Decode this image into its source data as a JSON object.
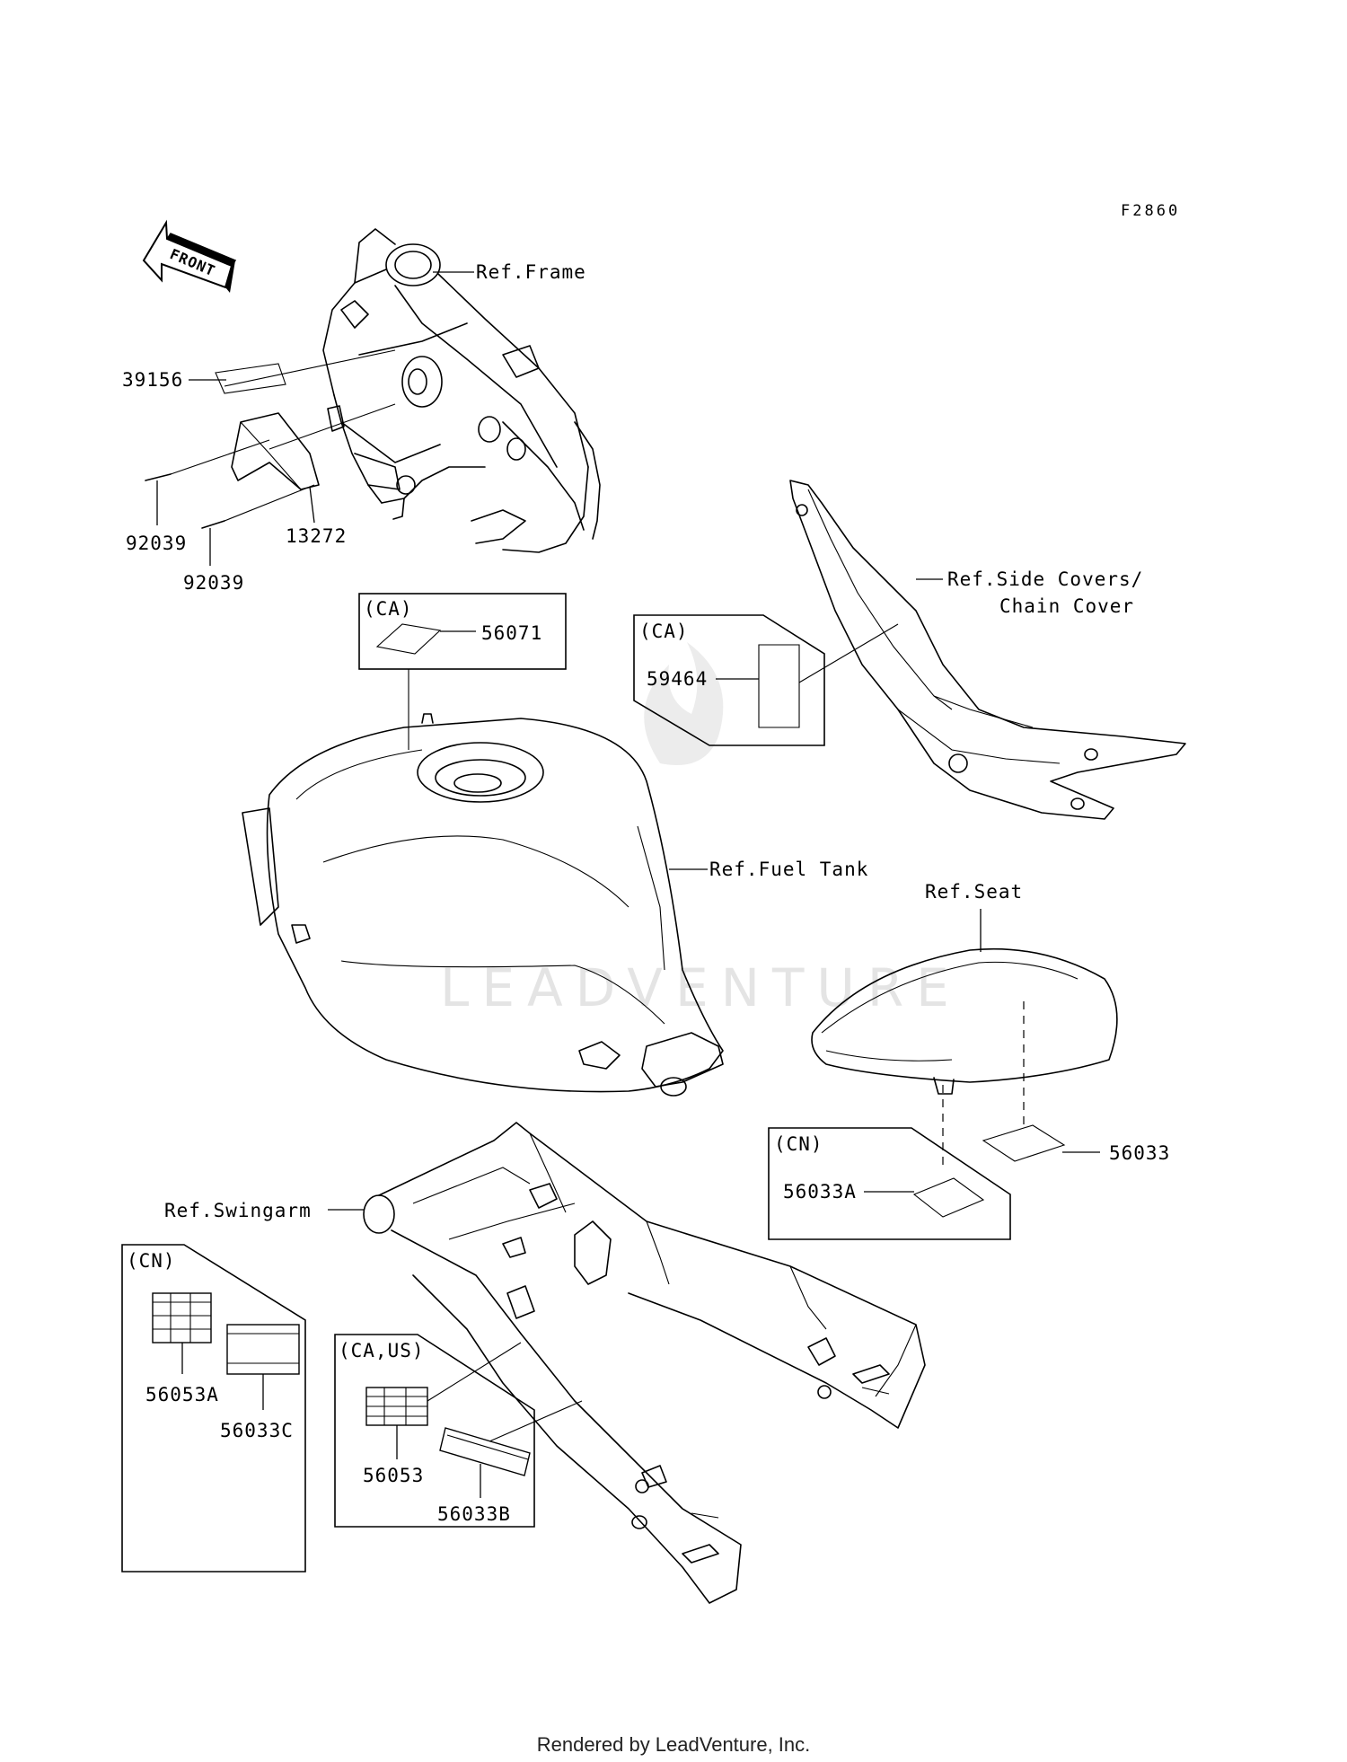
{
  "figure_id": "F2860",
  "front_badge": "FRONT",
  "watermark": "LEADVENTURE",
  "references": {
    "frame": "Ref.Frame",
    "side_covers_line1": "Ref.Side Covers/",
    "side_covers_line2": "Chain Cover",
    "fuel_tank": "Ref.Fuel Tank",
    "seat": "Ref.Seat",
    "swingarm": "Ref.Swingarm"
  },
  "parts": {
    "p39156": "39156",
    "p92039_upper": "92039",
    "p92039_lower": "92039",
    "p13272": "13272",
    "p56071": "56071",
    "p59464": "59464",
    "p56033": "56033",
    "p56033A": "56033A",
    "p56053A": "56053A",
    "p56033C": "56033C",
    "p56053": "56053",
    "p56033B": "56033B"
  },
  "regions": {
    "ca_tank": "(CA)",
    "ca_side": "(CA)",
    "cn_seat": "(CN)",
    "cn_swingarm": "(CN)",
    "ca_us_swingarm": "(CA,US)"
  },
  "footer": "Rendered by LeadVenture, Inc."
}
